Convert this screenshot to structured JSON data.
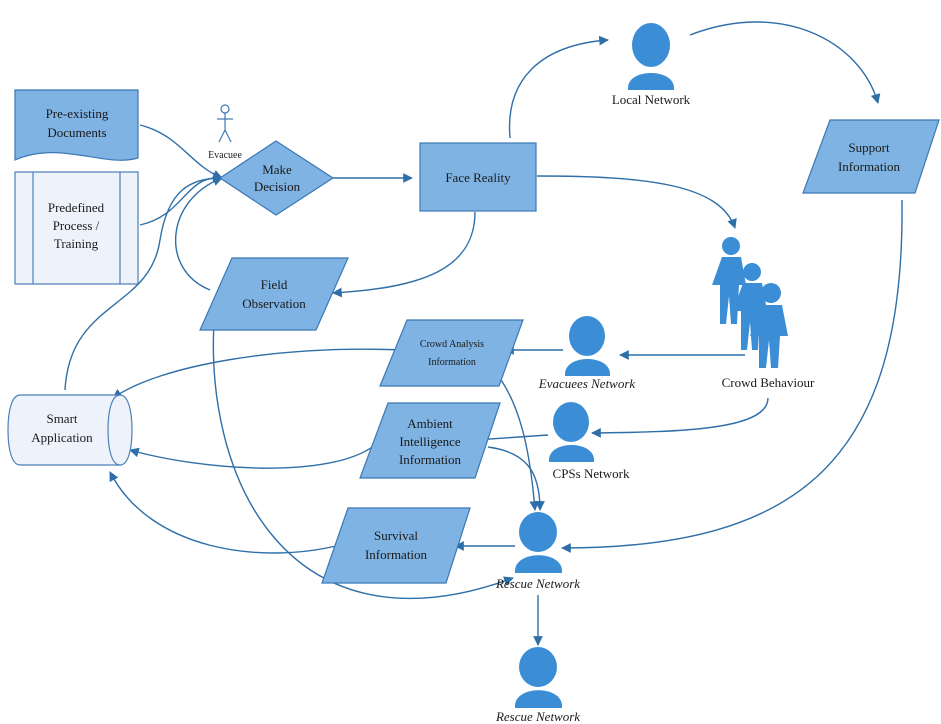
{
  "nodes": {
    "pre_existing_documents": [
      "Pre-existing",
      "Documents"
    ],
    "predefined_process": [
      "Predefined",
      "Process /",
      "Training"
    ],
    "evacuee": "Evacuee",
    "make_decision": [
      "Make",
      "Decision"
    ],
    "face_reality": "Face Reality",
    "field_observation": [
      "Field",
      "Observation"
    ],
    "local_network": "Local Network",
    "support_information": [
      "Support",
      "Information"
    ],
    "crowd_behaviour": "Crowd Behaviour",
    "crowd_analysis_information": [
      "Crowd Analysis",
      "Information"
    ],
    "evacuees_network": "Evacuees Network",
    "ambient_intelligence_information": [
      "Ambient",
      "Intelligence",
      "Information"
    ],
    "cpss_network": "CPSs Network",
    "smart_application": [
      "Smart",
      "Application"
    ],
    "survival_information": [
      "Survival",
      "Information"
    ],
    "rescue_network_1": "Rescue Network",
    "rescue_network_2": "Rescue Network"
  },
  "colors": {
    "shape_fill": "#7fb3e3",
    "shape_stroke": "#3b78b4",
    "light_fill": "#eef3fb",
    "person_fill": "#3b8ed6",
    "arrow": "#2f6fa8"
  },
  "icons": {
    "network": "person-silhouette-icon",
    "crowd": "crowd-icon",
    "evacuee": "stick-figure-icon"
  }
}
